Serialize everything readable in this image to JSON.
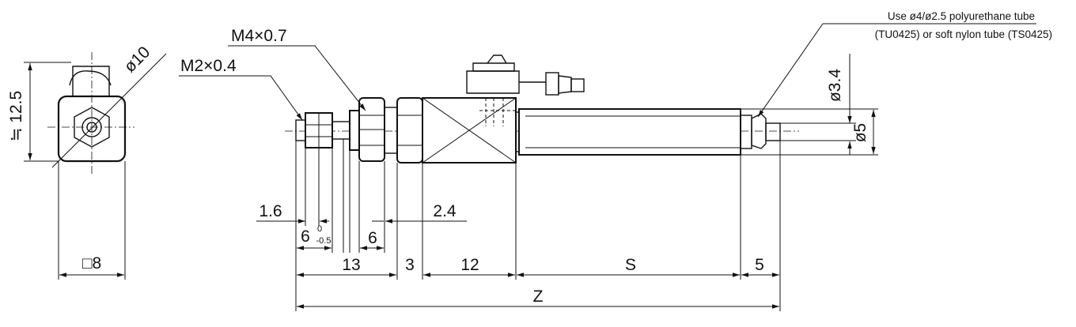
{
  "drawing": {
    "front_view": {
      "dim_height": "≒ 12.5",
      "dim_dia": "ø10",
      "dim_square": "□8"
    },
    "side_view": {
      "thread_m4": "M4×0.7",
      "thread_m2": "M2×0.4",
      "tube_note_line1": "Use ø4/ø2.5 polyurethane tube",
      "tube_note_line2": "(TU0425) or soft nylon tube (TS0425)",
      "dim_dia_34": "ø3.4",
      "dim_dia_5": "ø5",
      "dim_1_6": "1.6",
      "dim_2_4": "2.4",
      "dim_6_tol": "6",
      "tol_upper": "0",
      "tol_lower": "-0.5",
      "dim_6": "6",
      "dim_13": "13",
      "dim_3": "3",
      "dim_12": "12",
      "dim_S": "S",
      "dim_5": "5",
      "dim_Z": "Z"
    }
  }
}
